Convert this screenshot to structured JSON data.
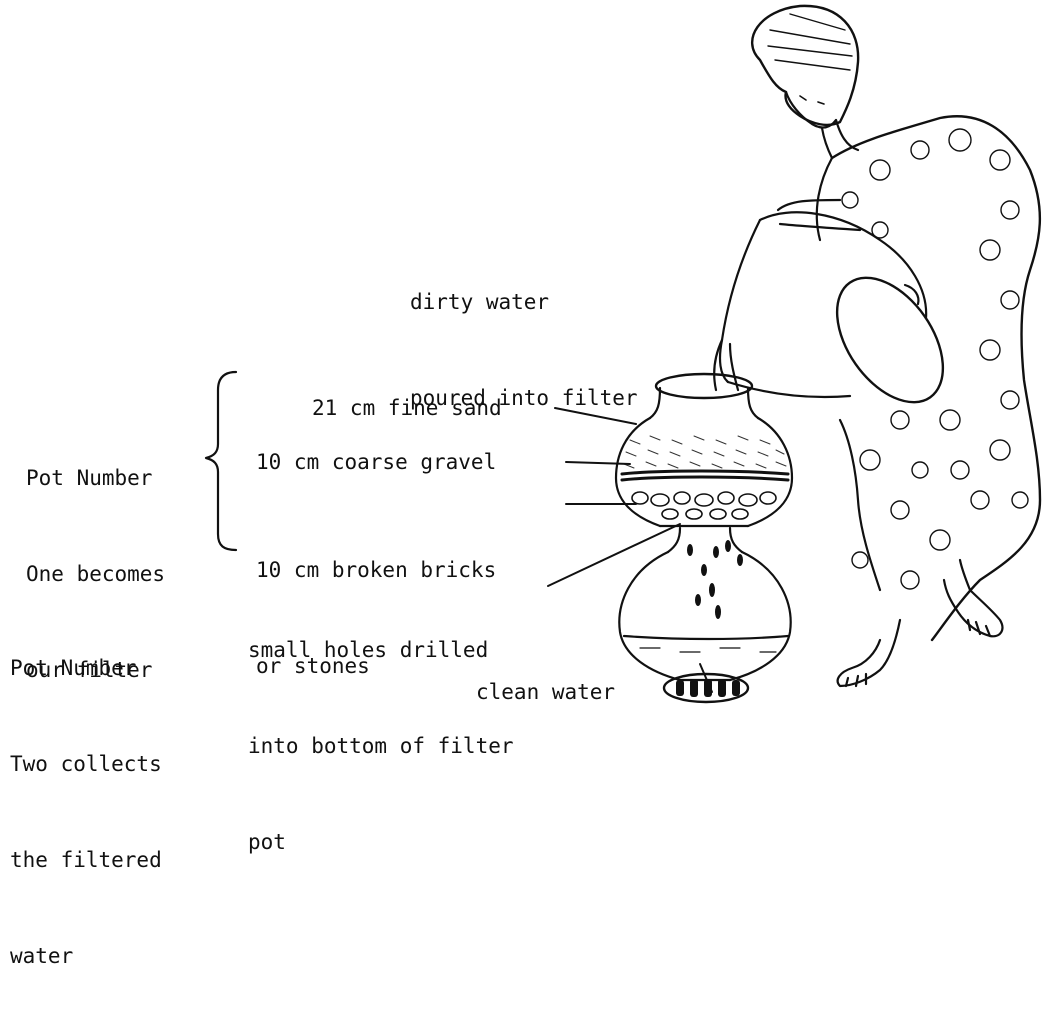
{
  "labels": {
    "pour": [
      "dirty water",
      "poured into filter"
    ],
    "pot_one": [
      "Pot Number",
      "One becomes",
      "our filter"
    ],
    "sand": "21 cm fine sand",
    "gravel": "10 cm coarse gravel",
    "bricks": [
      "10 cm broken bricks",
      "or stones"
    ],
    "holes": [
      "small holes drilled",
      "into bottom of filter",
      "pot"
    ],
    "pot_two": [
      "Pot Number",
      "Two collects",
      "the filtered",
      "water"
    ],
    "clean": "clean water"
  },
  "colors": {
    "ink": "#111111",
    "paper": "#ffffff"
  }
}
